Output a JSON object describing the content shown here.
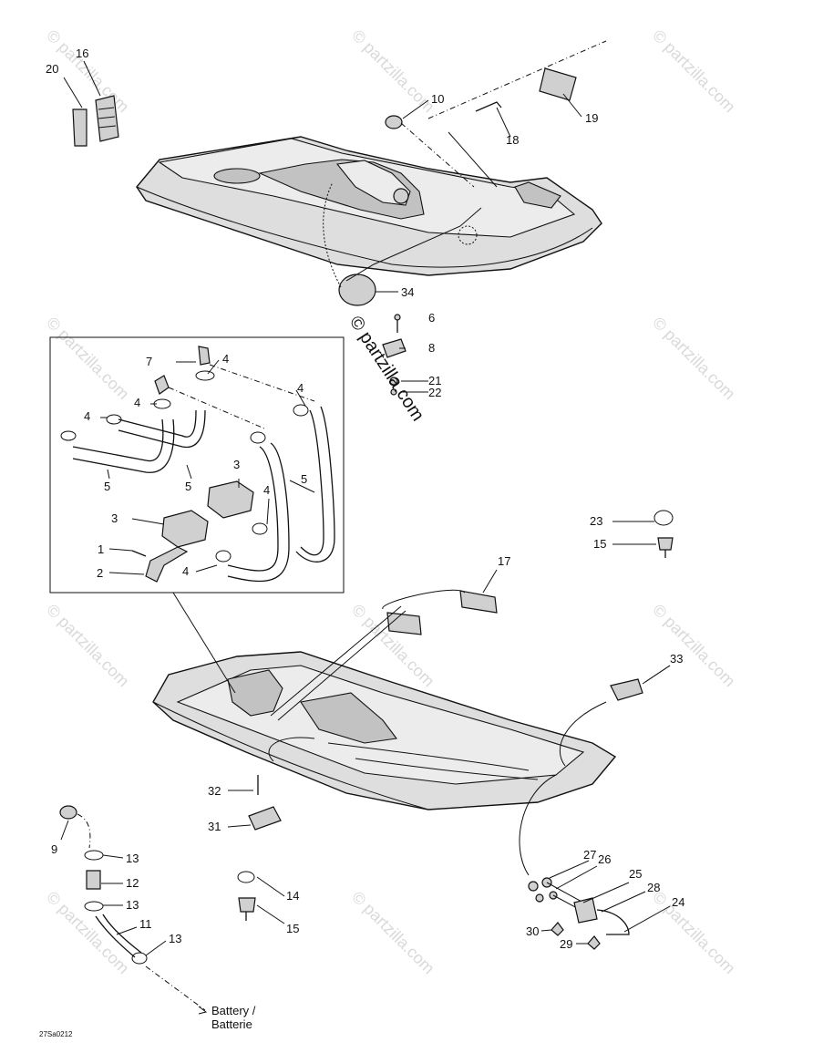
{
  "watermark": "© partzilla.com",
  "drawing_code": "27Sa0212",
  "battery_label_1": "Battery /",
  "battery_label_2": "Batterie",
  "callouts": {
    "c1": "1",
    "c2": "2",
    "c3a": "3",
    "c3b": "3",
    "c4a": "4",
    "c4b": "4",
    "c4c": "4",
    "c4d": "4",
    "c4e": "4",
    "c4f": "4",
    "c5a": "5",
    "c5b": "5",
    "c5c": "5",
    "c6": "6",
    "c7": "7",
    "c8": "8",
    "c9": "9",
    "c10": "10",
    "c11": "11",
    "c12": "12",
    "c13a": "13",
    "c13b": "13",
    "c13c": "13",
    "c14": "14",
    "c15a": "15",
    "c15b": "15",
    "c16": "16",
    "c17": "17",
    "c18": "18",
    "c19": "19",
    "c20": "20",
    "c21": "21",
    "c22": "22",
    "c23": "23",
    "c24": "24",
    "c25": "25",
    "c26": "26",
    "c27": "27",
    "c28": "28",
    "c29": "29",
    "c30": "30",
    "c31": "31",
    "c32": "32",
    "c33": "33",
    "c34": "34"
  }
}
